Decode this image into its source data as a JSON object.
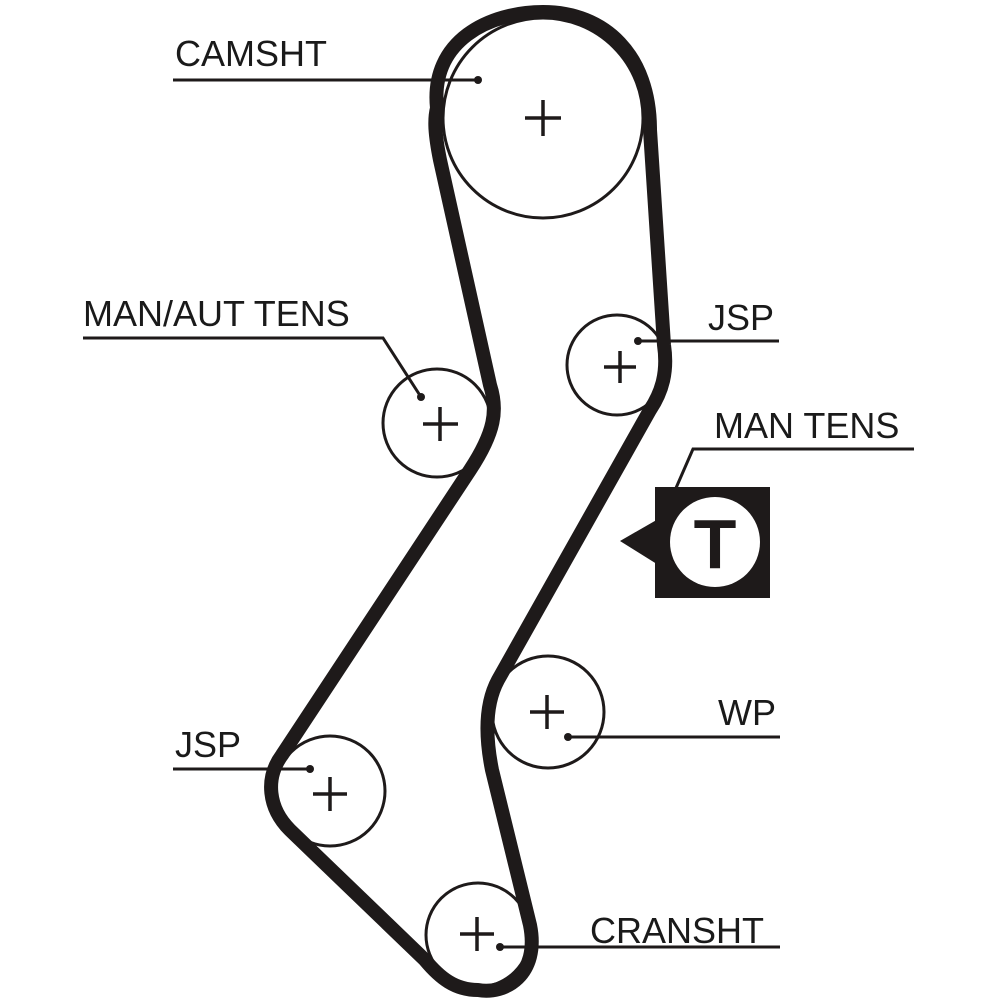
{
  "diagram": {
    "type": "timing-belt-routing",
    "components": [
      {
        "id": "camshaft",
        "label": "CAMSHT",
        "kind": "pulley"
      },
      {
        "id": "tensioner-man-aut",
        "label": "MAN/AUT TENS",
        "kind": "pulley"
      },
      {
        "id": "idler-upper",
        "label": "JSP",
        "kind": "pulley"
      },
      {
        "id": "water-pump",
        "label": "WP",
        "kind": "pulley"
      },
      {
        "id": "idler-lower",
        "label": "JSP",
        "kind": "pulley"
      },
      {
        "id": "crankshaft",
        "label": "CRANSHT",
        "kind": "pulley"
      },
      {
        "id": "tensioner-man",
        "label": "MAN TENS",
        "kind": "tension-marker",
        "symbol": "T"
      }
    ],
    "colors": {
      "ink": "#1e1a1a",
      "background": "#ffffff"
    }
  }
}
